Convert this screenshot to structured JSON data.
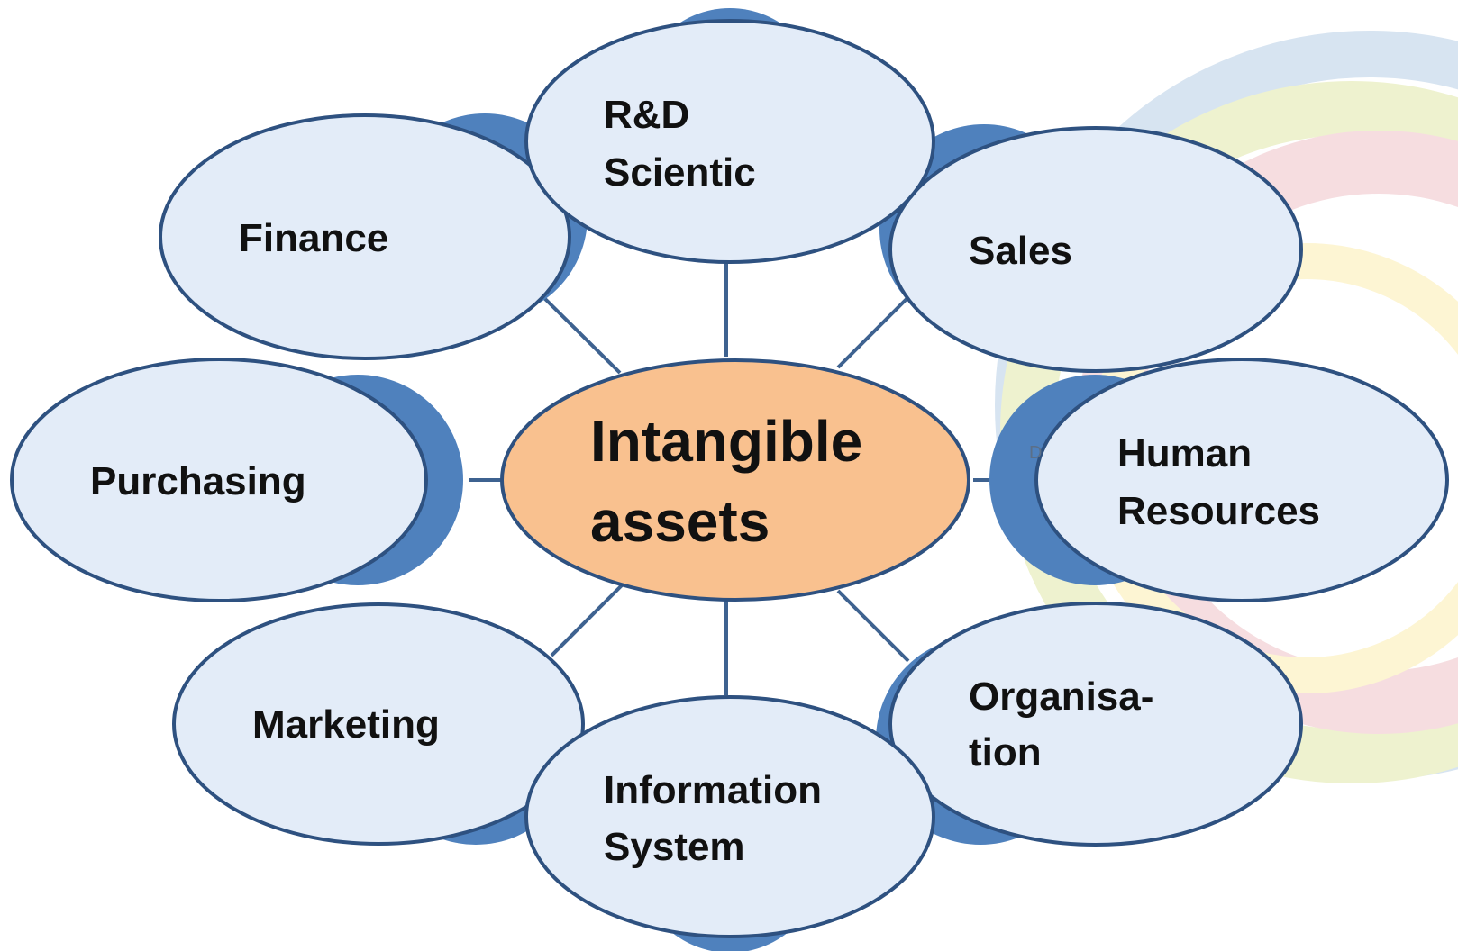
{
  "diagram": {
    "hub": {
      "lines": [
        "Intangible",
        "assets"
      ]
    },
    "stray_mark": "D",
    "nodes": [
      {
        "id": "rd",
        "lines": [
          "R&D",
          "Scientic"
        ]
      },
      {
        "id": "finance",
        "lines": [
          "Finance"
        ]
      },
      {
        "id": "sales",
        "lines": [
          "Sales"
        ]
      },
      {
        "id": "purchasing",
        "lines": [
          "Purchasing"
        ]
      },
      {
        "id": "hr",
        "lines": [
          "Human",
          "Resources"
        ]
      },
      {
        "id": "marketing",
        "lines": [
          "Marketing"
        ]
      },
      {
        "id": "information-system",
        "lines": [
          "Information",
          "System"
        ]
      },
      {
        "id": "organisation",
        "lines": [
          "Organisa-",
          "tion"
        ]
      }
    ]
  },
  "colors": {
    "node_fill": "#e3ecf8",
    "node_stroke": "#2e5180",
    "shadow_fill": "#4f81bd",
    "hub_fill": "#f9c18f",
    "connector": "#3e6290",
    "deco_blue": "#d7e4f1",
    "deco_green": "#eef2cf",
    "deco_red": "#f6dde0",
    "deco_yellow": "#fdf5d3"
  }
}
